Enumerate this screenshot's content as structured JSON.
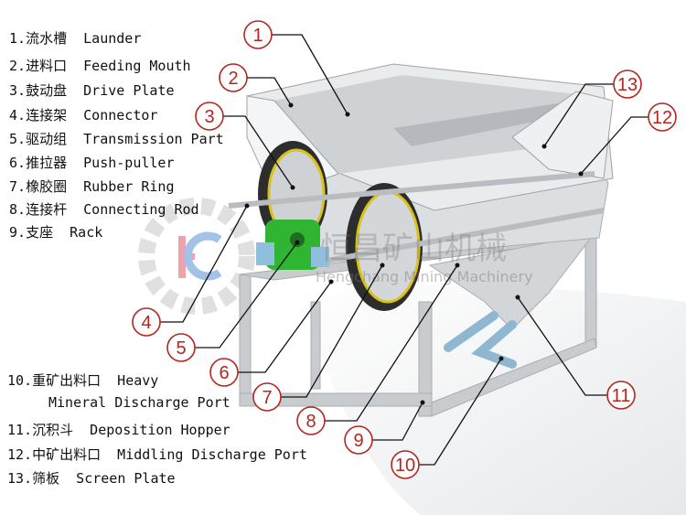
{
  "watermark": {
    "cn": "恒昌矿山机械",
    "en": "Hengchang Mining Machinery",
    "logo": "HC"
  },
  "legend": [
    {
      "num": "1.",
      "cn": "流水槽",
      "en": "Launder"
    },
    {
      "num": "2.",
      "cn": "进料口",
      "en": "Feeding Mouth"
    },
    {
      "num": "3.",
      "cn": "鼓动盘",
      "en": "Drive Plate"
    },
    {
      "num": "4.",
      "cn": "连接架",
      "en": "Connector"
    },
    {
      "num": "5.",
      "cn": "驱动组",
      "en": "Transmission Part"
    },
    {
      "num": "6.",
      "cn": "推拉器",
      "en": "Push-puller"
    },
    {
      "num": "7.",
      "cn": "橡胶圈",
      "en": "Rubber Ring"
    },
    {
      "num": "8.",
      "cn": "连接杆",
      "en": "Connecting Rod"
    },
    {
      "num": "9.",
      "cn": "支座",
      "en": "Rack"
    },
    {
      "num": "10.",
      "cn": "重矿出料口",
      "en": "Heavy",
      "en2": "Mineral Discharge Port"
    },
    {
      "num": "11.",
      "cn": "沉积斗",
      "en": "Deposition Hopper"
    },
    {
      "num": "12.",
      "cn": "中矿出料口",
      "en": "Middling Discharge Port"
    },
    {
      "num": "13.",
      "cn": "筛板",
      "en": "Screen Plate"
    }
  ],
  "callouts": [
    "1",
    "2",
    "3",
    "4",
    "5",
    "6",
    "7",
    "8",
    "9",
    "10",
    "11",
    "12",
    "13"
  ],
  "colors": {
    "callout": "#b3261e",
    "frame": "#c9cccf",
    "gearbox": "#2fb532",
    "ring": "#d9c21a",
    "pipe": "#8fb7cf"
  }
}
